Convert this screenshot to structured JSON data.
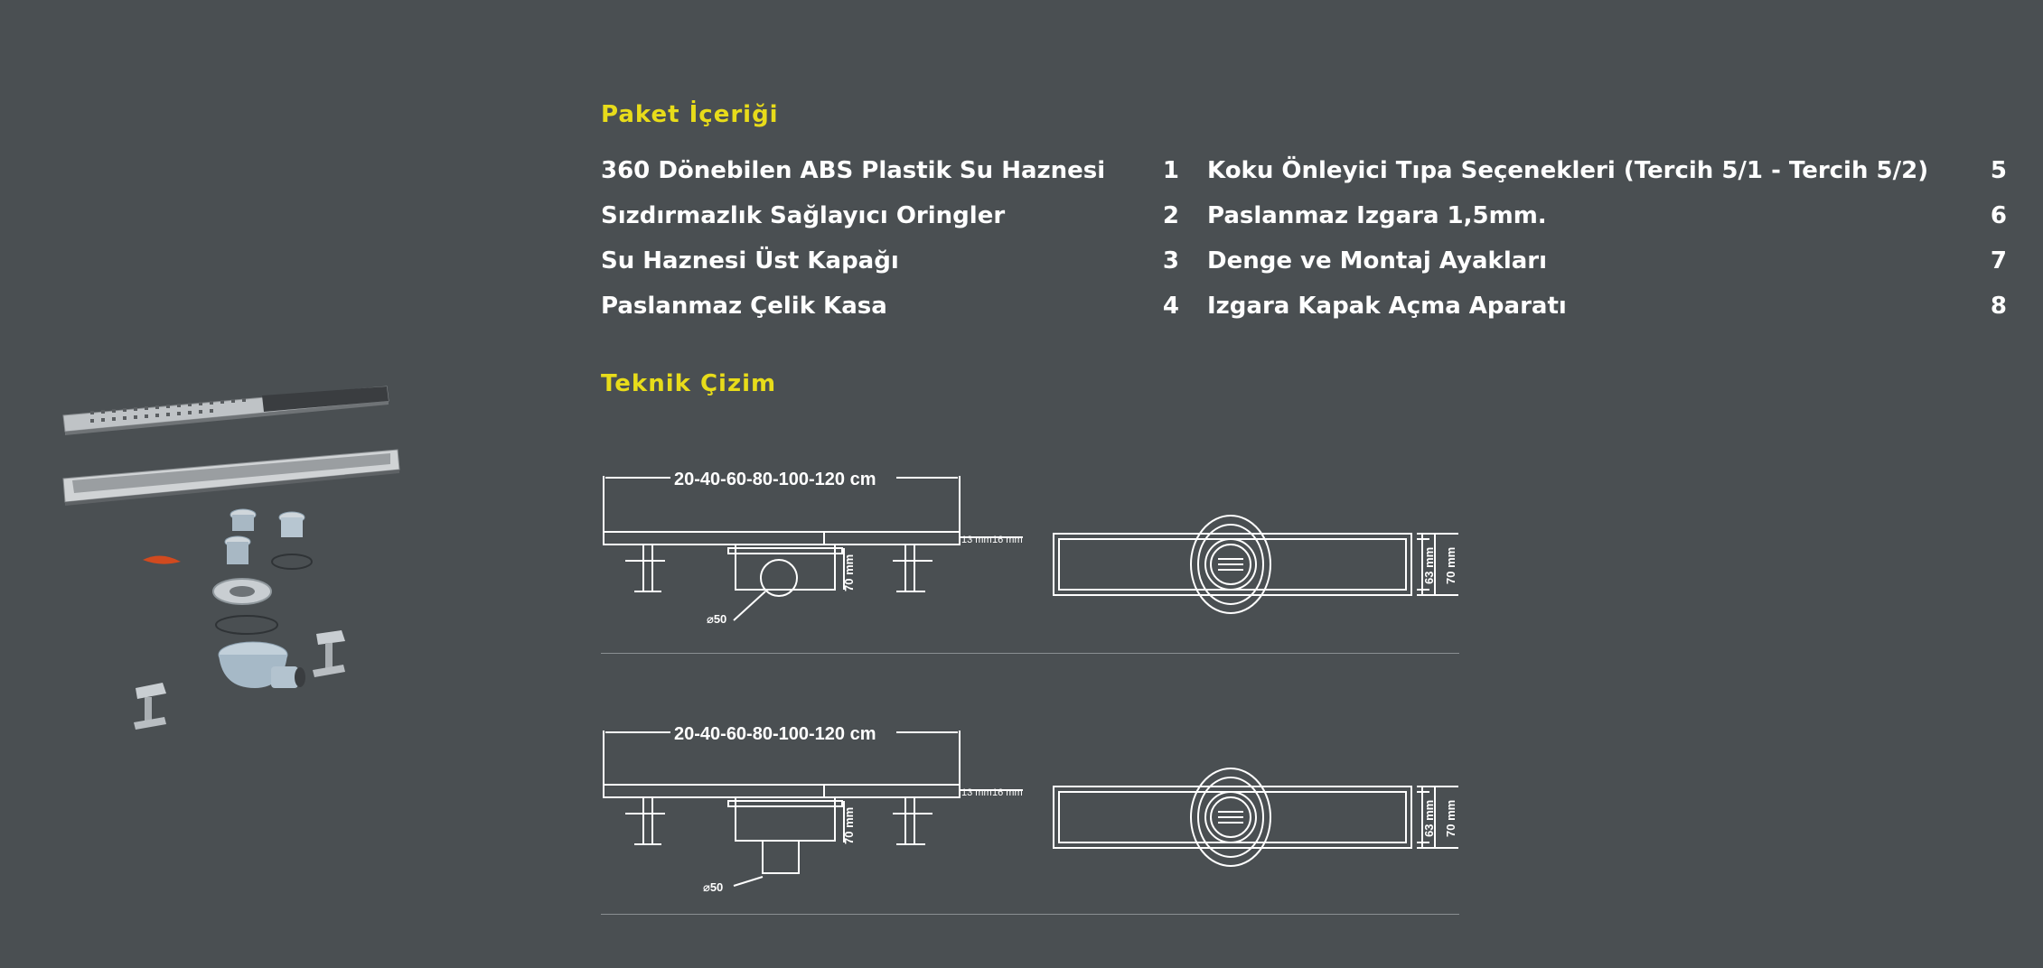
{
  "package": {
    "title": "Paket İçeriği",
    "items_left": [
      {
        "label": "360 Dönebilen ABS Plastik Su Haznesi",
        "num": "1"
      },
      {
        "label": "Sızdırmazlık Sağlayıcı Oringler",
        "num": "2"
      },
      {
        "label": "Su Haznesi Üst Kapağı",
        "num": "3"
      },
      {
        "label": "Paslanmaz Çelik Kasa",
        "num": "4"
      }
    ],
    "items_right": [
      {
        "label": "Koku Önleyici Tıpa Seçenekleri (Tercih 5/1 - Tercih 5/2)",
        "num": "5"
      },
      {
        "label": "Paslanmaz Izgara 1,5mm.",
        "num": "6"
      },
      {
        "label": "Denge ve Montaj Ayakları",
        "num": "7"
      },
      {
        "label": "Izgara Kapak Açma Aparatı",
        "num": "8"
      }
    ]
  },
  "technical": {
    "title": "Teknik Çizim",
    "drawings": [
      {
        "length_label": "20-40-60-80-100-120 cm",
        "dim_13": "13 mm",
        "dim_16": "16 mm",
        "dim_70_side": "70 mm",
        "dim_63": "63 mm",
        "dim_70_front": "70 mm",
        "diameter": "⌀50"
      },
      {
        "length_label": "20-40-60-80-100-120 cm",
        "dim_13": "13 mm",
        "dim_16": "16 mm",
        "dim_70_side": "70 mm",
        "dim_63": "63 mm",
        "dim_70_front": "70 mm",
        "diameter": "⌀50"
      }
    ]
  },
  "colors": {
    "background": "#4a4f52",
    "accent": "#e8dc1a",
    "text": "#ffffff"
  }
}
